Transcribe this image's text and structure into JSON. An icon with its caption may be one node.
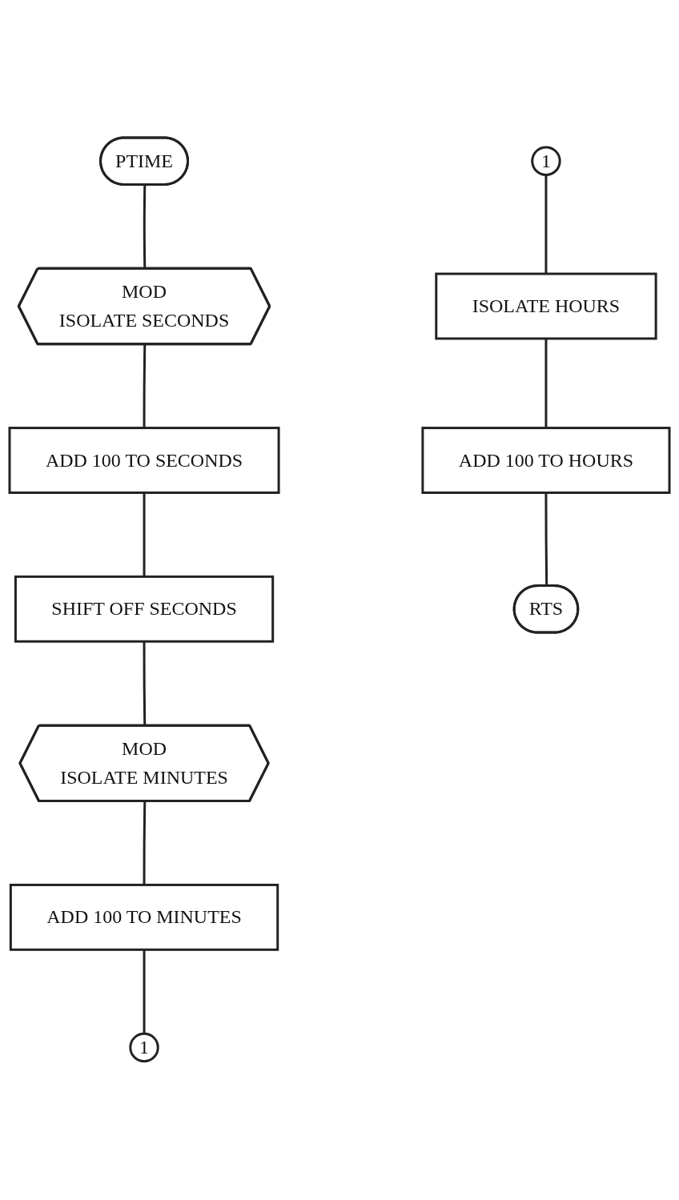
{
  "diagram": {
    "nodes": [
      {
        "text": [
          "PTIME"
        ]
      },
      {
        "text": [
          "MOD",
          "ISOLATE SECONDS"
        ]
      },
      {
        "text": [
          "ADD 100 TO SECONDS"
        ]
      },
      {
        "text": [
          "SHIFT OFF SECONDS"
        ]
      },
      {
        "text": [
          "MOD",
          "ISOLATE MINUTES"
        ]
      },
      {
        "text": [
          "ADD 100 TO MINUTES"
        ]
      },
      {
        "text": [
          "1"
        ]
      },
      {
        "text": [
          "1"
        ]
      },
      {
        "text": [
          "ISOLATE HOURS"
        ]
      },
      {
        "text": [
          "ADD 100 TO HOURS"
        ]
      },
      {
        "text": [
          "RTS"
        ]
      }
    ],
    "edges": [
      {
        "from": 0,
        "to": 1,
        "arrow": "none"
      },
      {
        "from": 1,
        "to": 2,
        "arrow": "none"
      },
      {
        "from": 2,
        "to": 3,
        "arrow": "none"
      },
      {
        "from": 3,
        "to": 4,
        "arrow": "none"
      },
      {
        "from": 4,
        "to": 5,
        "arrow": "none"
      },
      {
        "from": 5,
        "to": 6,
        "arrow": "none"
      },
      {
        "from": 7,
        "to": 8,
        "arrow": "none"
      },
      {
        "from": 8,
        "to": 9,
        "arrow": "none"
      },
      {
        "from": 9,
        "to": 10,
        "arrow": "none"
      }
    ]
  }
}
